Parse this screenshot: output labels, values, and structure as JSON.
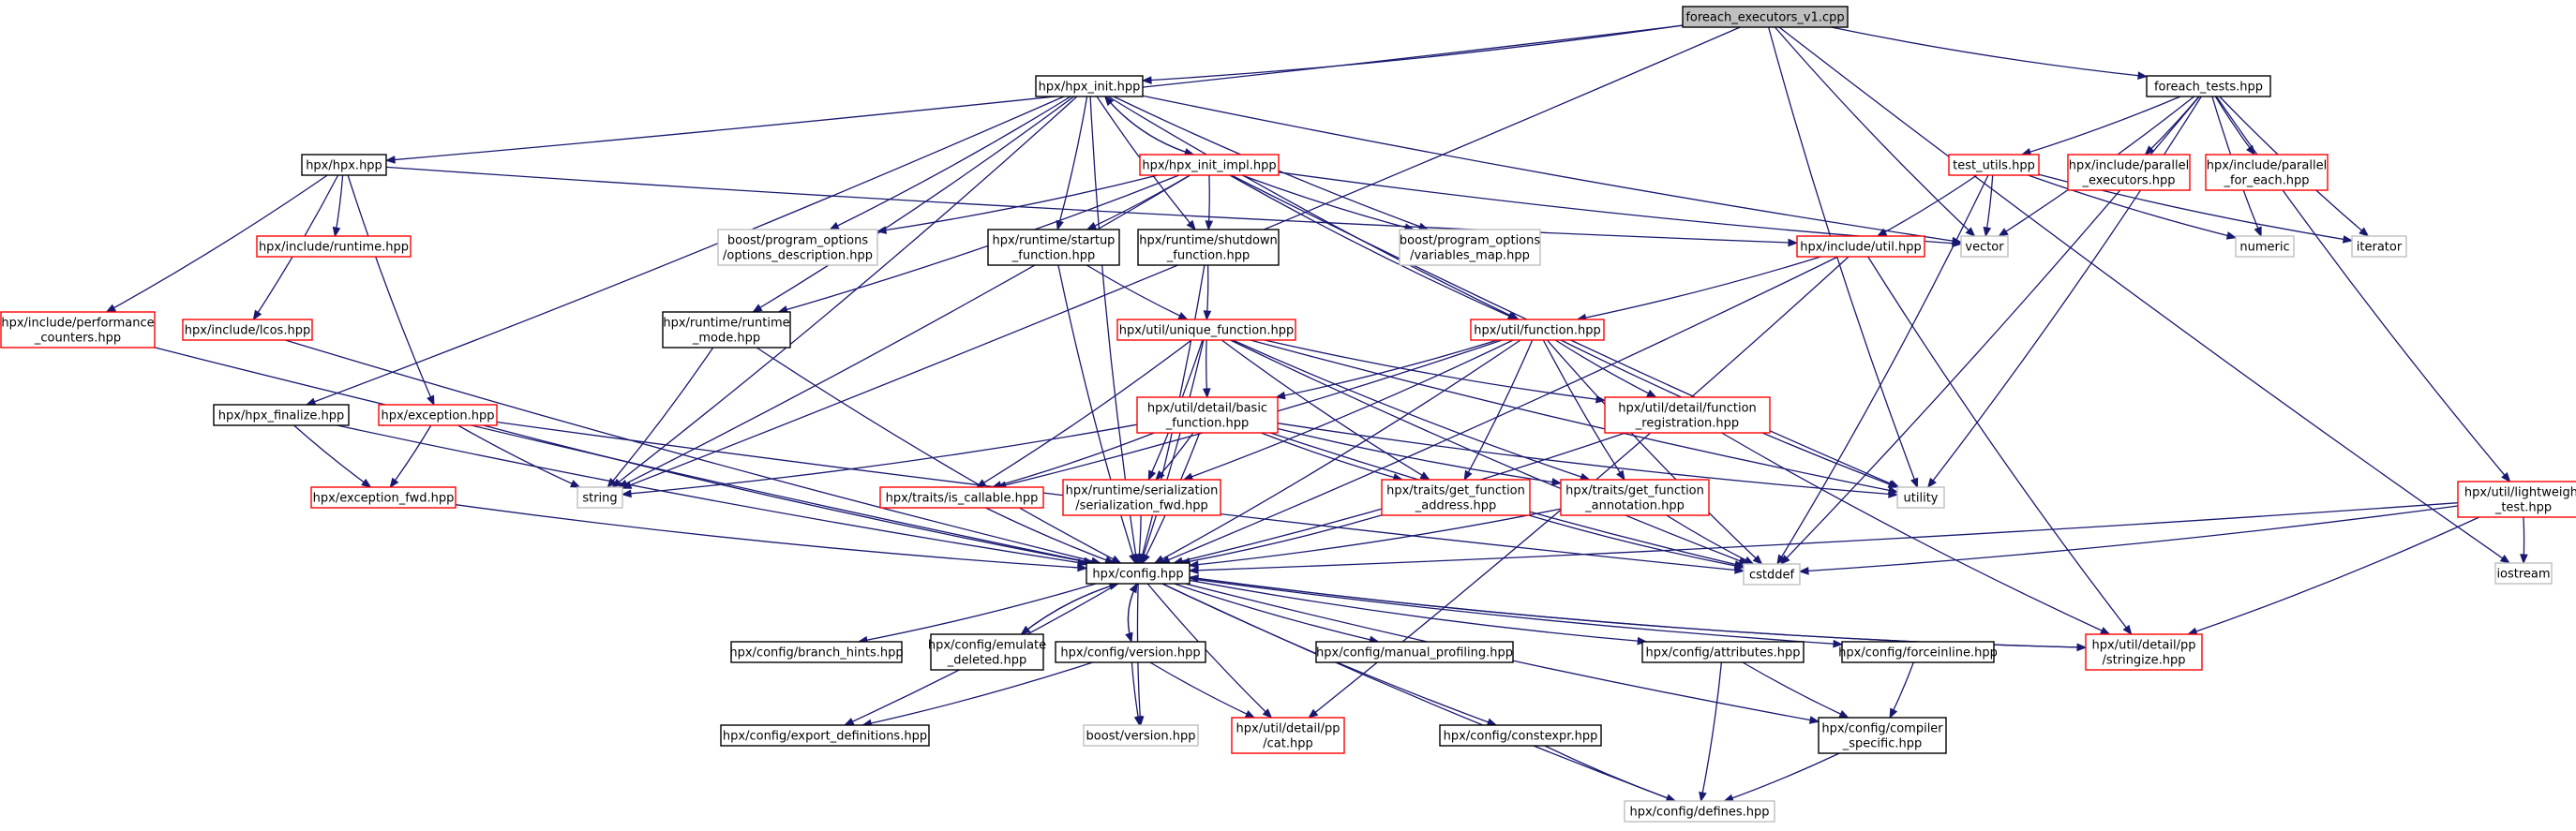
{
  "colors": {
    "edge": "#191970",
    "border_black": "#000000",
    "border_red": "#ff0000",
    "border_gray": "#bfbfbf",
    "fill_root": "#bfbfbf",
    "fill": "#ffffff"
  },
  "nodes": [
    {
      "id": "root",
      "lines": [
        "foreach_executors_v1.cpp"
      ],
      "style": "root"
    },
    {
      "id": "hpx_init",
      "lines": [
        "hpx/hpx_init.hpp"
      ],
      "style": "black"
    },
    {
      "id": "foreach_tests",
      "lines": [
        "foreach_tests.hpp"
      ],
      "style": "black"
    },
    {
      "id": "hpx_hpx",
      "lines": [
        "hpx/hpx.hpp"
      ],
      "style": "black"
    },
    {
      "id": "hpx_init_impl",
      "lines": [
        "hpx/hpx_init_impl.hpp"
      ],
      "style": "red"
    },
    {
      "id": "test_utils",
      "lines": [
        "test_utils.hpp"
      ],
      "style": "red"
    },
    {
      "id": "parallel_exec",
      "lines": [
        "hpx/include/parallel",
        "_executors.hpp"
      ],
      "style": "red"
    },
    {
      "id": "parallel_foreach",
      "lines": [
        "hpx/include/parallel",
        "_for_each.hpp"
      ],
      "style": "red"
    },
    {
      "id": "include_runtime",
      "lines": [
        "hpx/include/runtime.hpp"
      ],
      "style": "red"
    },
    {
      "id": "po_desc",
      "lines": [
        "boost/program_options",
        "/options_description.hpp"
      ],
      "style": "gray"
    },
    {
      "id": "rt_startup",
      "lines": [
        "hpx/runtime/startup",
        "_function.hpp"
      ],
      "style": "black"
    },
    {
      "id": "rt_shutdown",
      "lines": [
        "hpx/runtime/shutdown",
        "_function.hpp"
      ],
      "style": "black"
    },
    {
      "id": "po_vmap",
      "lines": [
        "boost/program_options",
        "/variables_map.hpp"
      ],
      "style": "gray"
    },
    {
      "id": "include_util",
      "lines": [
        "hpx/include/util.hpp"
      ],
      "style": "red"
    },
    {
      "id": "vector",
      "lines": [
        "vector"
      ],
      "style": "gray"
    },
    {
      "id": "numeric",
      "lines": [
        "numeric"
      ],
      "style": "gray"
    },
    {
      "id": "iterator",
      "lines": [
        "iterator"
      ],
      "style": "gray"
    },
    {
      "id": "perf_counters",
      "lines": [
        "hpx/include/performance",
        "_counters.hpp"
      ],
      "style": "red"
    },
    {
      "id": "include_lcos",
      "lines": [
        "hpx/include/lcos.hpp"
      ],
      "style": "red"
    },
    {
      "id": "rt_mode",
      "lines": [
        "hpx/runtime/runtime",
        "_mode.hpp"
      ],
      "style": "black"
    },
    {
      "id": "unique_fn",
      "lines": [
        "hpx/util/unique_function.hpp"
      ],
      "style": "red"
    },
    {
      "id": "util_fn",
      "lines": [
        "hpx/util/function.hpp"
      ],
      "style": "red"
    },
    {
      "id": "hpx_finalize",
      "lines": [
        "hpx/hpx_finalize.hpp"
      ],
      "style": "black"
    },
    {
      "id": "exception",
      "lines": [
        "hpx/exception.hpp"
      ],
      "style": "red"
    },
    {
      "id": "basic_fn",
      "lines": [
        "hpx/util/detail/basic",
        "_function.hpp"
      ],
      "style": "red"
    },
    {
      "id": "fn_reg",
      "lines": [
        "hpx/util/detail/function",
        "_registration.hpp"
      ],
      "style": "red"
    },
    {
      "id": "lightweight",
      "lines": [
        "hpx/util/lightweight",
        "_test.hpp"
      ],
      "style": "red"
    },
    {
      "id": "string",
      "lines": [
        "string"
      ],
      "style": "gray"
    },
    {
      "id": "utility",
      "lines": [
        "utility"
      ],
      "style": "gray"
    },
    {
      "id": "exc_fwd",
      "lines": [
        "hpx/exception_fwd.hpp"
      ],
      "style": "red"
    },
    {
      "id": "is_callable",
      "lines": [
        "hpx/traits/is_callable.hpp"
      ],
      "style": "red"
    },
    {
      "id": "ser_fwd",
      "lines": [
        "hpx/runtime/serialization",
        "/serialization_fwd.hpp"
      ],
      "style": "red"
    },
    {
      "id": "get_addr",
      "lines": [
        "hpx/traits/get_function",
        "_address.hpp"
      ],
      "style": "red"
    },
    {
      "id": "get_annot",
      "lines": [
        "hpx/traits/get_function",
        "_annotation.hpp"
      ],
      "style": "red"
    },
    {
      "id": "iostream",
      "lines": [
        "iostream"
      ],
      "style": "gray"
    },
    {
      "id": "config",
      "lines": [
        "hpx/config.hpp"
      ],
      "style": "black"
    },
    {
      "id": "cstddef",
      "lines": [
        "cstddef"
      ],
      "style": "gray"
    },
    {
      "id": "branch_hints",
      "lines": [
        "hpx/config/branch_hints.hpp"
      ],
      "style": "black"
    },
    {
      "id": "emulate_deleted",
      "lines": [
        "hpx/config/emulate",
        "_deleted.hpp"
      ],
      "style": "black"
    },
    {
      "id": "version",
      "lines": [
        "hpx/config/version.hpp"
      ],
      "style": "black"
    },
    {
      "id": "manual_prof",
      "lines": [
        "hpx/config/manual_profiling.hpp"
      ],
      "style": "black"
    },
    {
      "id": "attributes",
      "lines": [
        "hpx/config/attributes.hpp"
      ],
      "style": "black"
    },
    {
      "id": "forceinline",
      "lines": [
        "hpx/config/forceinline.hpp"
      ],
      "style": "black"
    },
    {
      "id": "stringize",
      "lines": [
        "hpx/util/detail/pp",
        "/stringize.hpp"
      ],
      "style": "red"
    },
    {
      "id": "export_defs",
      "lines": [
        "hpx/config/export_definitions.hpp"
      ],
      "style": "black"
    },
    {
      "id": "boost_version",
      "lines": [
        "boost/version.hpp"
      ],
      "style": "gray"
    },
    {
      "id": "pp_cat",
      "lines": [
        "hpx/util/detail/pp",
        "/cat.hpp"
      ],
      "style": "red"
    },
    {
      "id": "constexpr",
      "lines": [
        "hpx/config/constexpr.hpp"
      ],
      "style": "black"
    },
    {
      "id": "compiler_spec",
      "lines": [
        "hpx/config/compiler",
        "_specific.hpp"
      ],
      "style": "black"
    },
    {
      "id": "defines",
      "lines": [
        "hpx/config/defines.hpp"
      ],
      "style": "gray"
    }
  ],
  "edges": [
    [
      "root",
      "hpx_init"
    ],
    [
      "root",
      "foreach_tests"
    ],
    [
      "root",
      "hpx_hpx"
    ],
    [
      "root",
      "string"
    ],
    [
      "root",
      "vector"
    ],
    [
      "root",
      "utility"
    ],
    [
      "root",
      "iostream"
    ],
    [
      "hpx_init",
      "hpx_init_impl"
    ],
    [
      "hpx_init",
      "po_desc"
    ],
    [
      "hpx_init",
      "rt_startup"
    ],
    [
      "hpx_init",
      "rt_shutdown"
    ],
    [
      "hpx_init",
      "po_vmap"
    ],
    [
      "hpx_init",
      "rt_mode"
    ],
    [
      "hpx_init",
      "util_fn"
    ],
    [
      "hpx_init",
      "hpx_finalize"
    ],
    [
      "hpx_init",
      "string"
    ],
    [
      "hpx_init",
      "vector"
    ],
    [
      "hpx_init",
      "config"
    ],
    [
      "hpx_init_impl",
      "hpx_init"
    ],
    [
      "hpx_init_impl",
      "po_desc"
    ],
    [
      "hpx_init_impl",
      "rt_startup"
    ],
    [
      "hpx_init_impl",
      "rt_shutdown"
    ],
    [
      "hpx_init_impl",
      "po_vmap"
    ],
    [
      "hpx_init_impl",
      "rt_mode"
    ],
    [
      "hpx_init_impl",
      "util_fn"
    ],
    [
      "hpx_init_impl",
      "string"
    ],
    [
      "hpx_init_impl",
      "vector"
    ],
    [
      "hpx_init_impl",
      "utility"
    ],
    [
      "foreach_tests",
      "test_utils"
    ],
    [
      "foreach_tests",
      "parallel_exec"
    ],
    [
      "foreach_tests",
      "parallel_foreach"
    ],
    [
      "foreach_tests",
      "vector"
    ],
    [
      "foreach_tests",
      "numeric"
    ],
    [
      "foreach_tests",
      "iterator"
    ],
    [
      "foreach_tests",
      "utility"
    ],
    [
      "foreach_tests",
      "cstddef"
    ],
    [
      "foreach_tests",
      "lightweight"
    ],
    [
      "test_utils",
      "include_util"
    ],
    [
      "test_utils",
      "vector"
    ],
    [
      "test_utils",
      "numeric"
    ],
    [
      "test_utils",
      "iterator"
    ],
    [
      "test_utils",
      "cstddef"
    ],
    [
      "hpx_hpx",
      "include_runtime"
    ],
    [
      "hpx_hpx",
      "perf_counters"
    ],
    [
      "hpx_hpx",
      "include_lcos"
    ],
    [
      "hpx_hpx",
      "exception"
    ],
    [
      "hpx_hpx",
      "include_util"
    ],
    [
      "perf_counters",
      "config"
    ],
    [
      "include_lcos",
      "config"
    ],
    [
      "include_util",
      "util_fn"
    ],
    [
      "include_util",
      "config"
    ],
    [
      "include_util",
      "stringize"
    ],
    [
      "include_util",
      "pp_cat"
    ],
    [
      "rt_startup",
      "unique_fn"
    ],
    [
      "rt_startup",
      "config"
    ],
    [
      "rt_shutdown",
      "unique_fn"
    ],
    [
      "rt_shutdown",
      "config"
    ],
    [
      "rt_mode",
      "string"
    ],
    [
      "rt_mode",
      "config"
    ],
    [
      "unique_fn",
      "basic_fn"
    ],
    [
      "unique_fn",
      "fn_reg"
    ],
    [
      "unique_fn",
      "is_callable"
    ],
    [
      "unique_fn",
      "ser_fwd"
    ],
    [
      "unique_fn",
      "get_addr"
    ],
    [
      "unique_fn",
      "get_annot"
    ],
    [
      "unique_fn",
      "cstddef"
    ],
    [
      "unique_fn",
      "utility"
    ],
    [
      "unique_fn",
      "config"
    ],
    [
      "util_fn",
      "basic_fn"
    ],
    [
      "util_fn",
      "fn_reg"
    ],
    [
      "util_fn",
      "is_callable"
    ],
    [
      "util_fn",
      "ser_fwd"
    ],
    [
      "util_fn",
      "get_addr"
    ],
    [
      "util_fn",
      "get_annot"
    ],
    [
      "util_fn",
      "cstddef"
    ],
    [
      "util_fn",
      "utility"
    ],
    [
      "util_fn",
      "config"
    ],
    [
      "hpx_finalize",
      "exc_fwd"
    ],
    [
      "hpx_finalize",
      "config"
    ],
    [
      "exception",
      "exc_fwd"
    ],
    [
      "exception",
      "string"
    ],
    [
      "exception",
      "cstddef"
    ],
    [
      "exception",
      "config"
    ],
    [
      "basic_fn",
      "is_callable"
    ],
    [
      "basic_fn",
      "ser_fwd"
    ],
    [
      "basic_fn",
      "get_addr"
    ],
    [
      "basic_fn",
      "get_annot"
    ],
    [
      "basic_fn",
      "string"
    ],
    [
      "basic_fn",
      "utility"
    ],
    [
      "basic_fn",
      "cstddef"
    ],
    [
      "basic_fn",
      "config"
    ],
    [
      "fn_reg",
      "config"
    ],
    [
      "fn_reg",
      "stringize"
    ],
    [
      "lightweight",
      "config"
    ],
    [
      "lightweight",
      "iostream"
    ],
    [
      "lightweight",
      "cstddef"
    ],
    [
      "lightweight",
      "stringize"
    ],
    [
      "exc_fwd",
      "config"
    ],
    [
      "is_callable",
      "config"
    ],
    [
      "ser_fwd",
      "config"
    ],
    [
      "get_addr",
      "config"
    ],
    [
      "get_addr",
      "cstddef"
    ],
    [
      "get_annot",
      "config"
    ],
    [
      "get_annot",
      "cstddef"
    ],
    [
      "config",
      "branch_hints"
    ],
    [
      "config",
      "emulate_deleted"
    ],
    [
      "config",
      "version"
    ],
    [
      "config",
      "manual_prof"
    ],
    [
      "config",
      "attributes"
    ],
    [
      "config",
      "forceinline"
    ],
    [
      "config",
      "stringize"
    ],
    [
      "config",
      "export_defs"
    ],
    [
      "config",
      "boost_version"
    ],
    [
      "config",
      "pp_cat"
    ],
    [
      "config",
      "constexpr"
    ],
    [
      "config",
      "compiler_spec"
    ],
    [
      "config",
      "defines"
    ],
    [
      "emulate_deleted",
      "config"
    ],
    [
      "version",
      "config"
    ],
    [
      "version",
      "export_defs"
    ],
    [
      "version",
      "boost_version"
    ],
    [
      "version",
      "pp_cat"
    ],
    [
      "attributes",
      "compiler_spec"
    ],
    [
      "attributes",
      "defines"
    ],
    [
      "forceinline",
      "compiler_spec"
    ],
    [
      "compiler_spec",
      "defines"
    ],
    [
      "constexpr",
      "defines"
    ],
    [
      "stringize",
      "config"
    ]
  ]
}
